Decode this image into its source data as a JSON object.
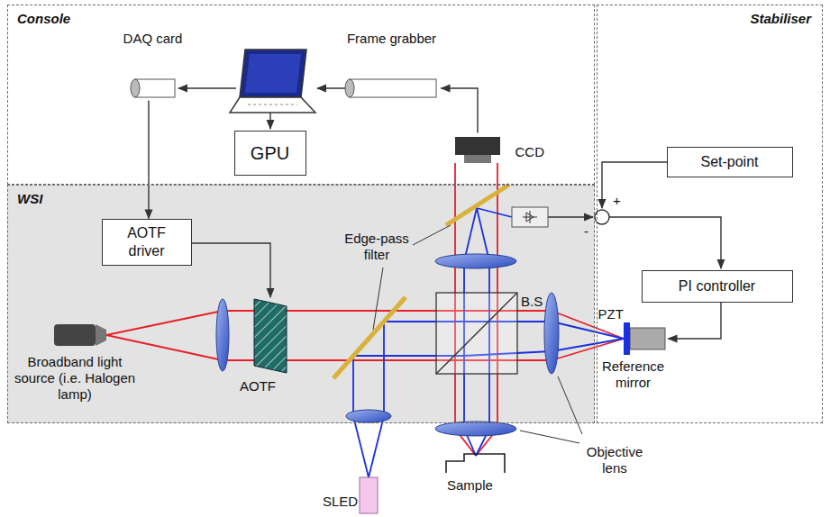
{
  "diagram": {
    "nodes": [
      {
        "text": [
          "Console"
        ]
      },
      {
        "text": [
          "Stabiliser"
        ]
      },
      {
        "text": [
          "WSI"
        ]
      },
      {
        "text": [
          "DAQ card"
        ],
        "in": 0
      },
      {
        "text": [
          "Frame grabber"
        ],
        "in": 0
      },
      {
        "text": [
          "GPU"
        ],
        "in": 0
      },
      {
        "text": [
          "CCD"
        ],
        "in": 0
      },
      {
        "text": [
          "Set-point"
        ],
        "in": 1
      },
      {
        "text": [
          "PI controller"
        ],
        "in": 1
      },
      {
        "text": [
          "AOTF driver"
        ],
        "in": 2
      },
      {
        "text": [
          "PZT",
          "Reference mirror"
        ],
        "in": 1
      }
    ],
    "edges": [
      {
        "from": 3,
        "to": 9,
        "arrow": "to"
      },
      {
        "from": 6,
        "to": 4,
        "arrow": "to"
      },
      {
        "from": 8,
        "to": 10,
        "arrow": "to"
      }
    ],
    "labels": [
      "+",
      "-",
      "Edge-pass filter",
      "B.S",
      "Broadband light source (i.e. Halogen lamp)",
      "AOTF",
      "Objective lens",
      "Sample",
      "SLED"
    ]
  }
}
